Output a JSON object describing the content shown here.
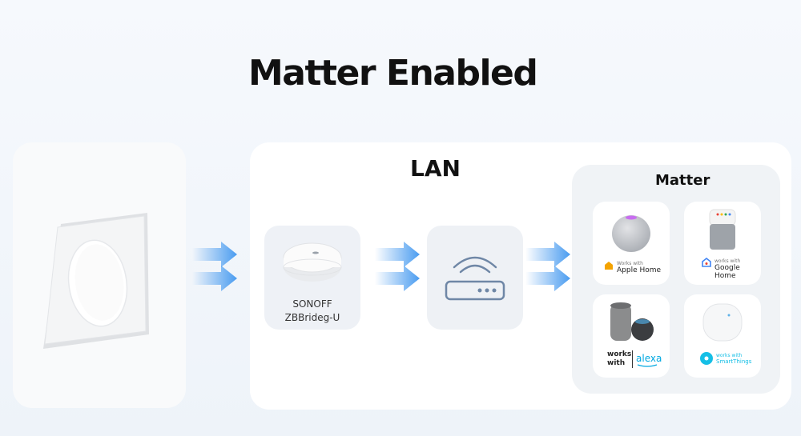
{
  "title": "Matter Enabled",
  "lan": {
    "label": "LAN"
  },
  "bridge": {
    "brand": "SONOFF",
    "model": "ZBBrideg-U"
  },
  "matter": {
    "label": "Matter",
    "ecosystems": [
      {
        "name": "Apple Home",
        "prefix": "Works with",
        "icon": "apple-home-icon",
        "color": "#f4a300"
      },
      {
        "name": "Google Home",
        "prefix": "works with",
        "icon": "google-home-icon",
        "color": "#4285f4"
      },
      {
        "name": "alexa",
        "prefix": "works with",
        "icon": "alexa-icon",
        "color": "#00a8e1"
      },
      {
        "name": "SmartThings",
        "prefix": "works with",
        "icon": "smartthings-icon",
        "color": "#15bfe6"
      }
    ]
  },
  "colors": {
    "arrow": "#4a9cf0",
    "router_line": "#6f87a6"
  }
}
